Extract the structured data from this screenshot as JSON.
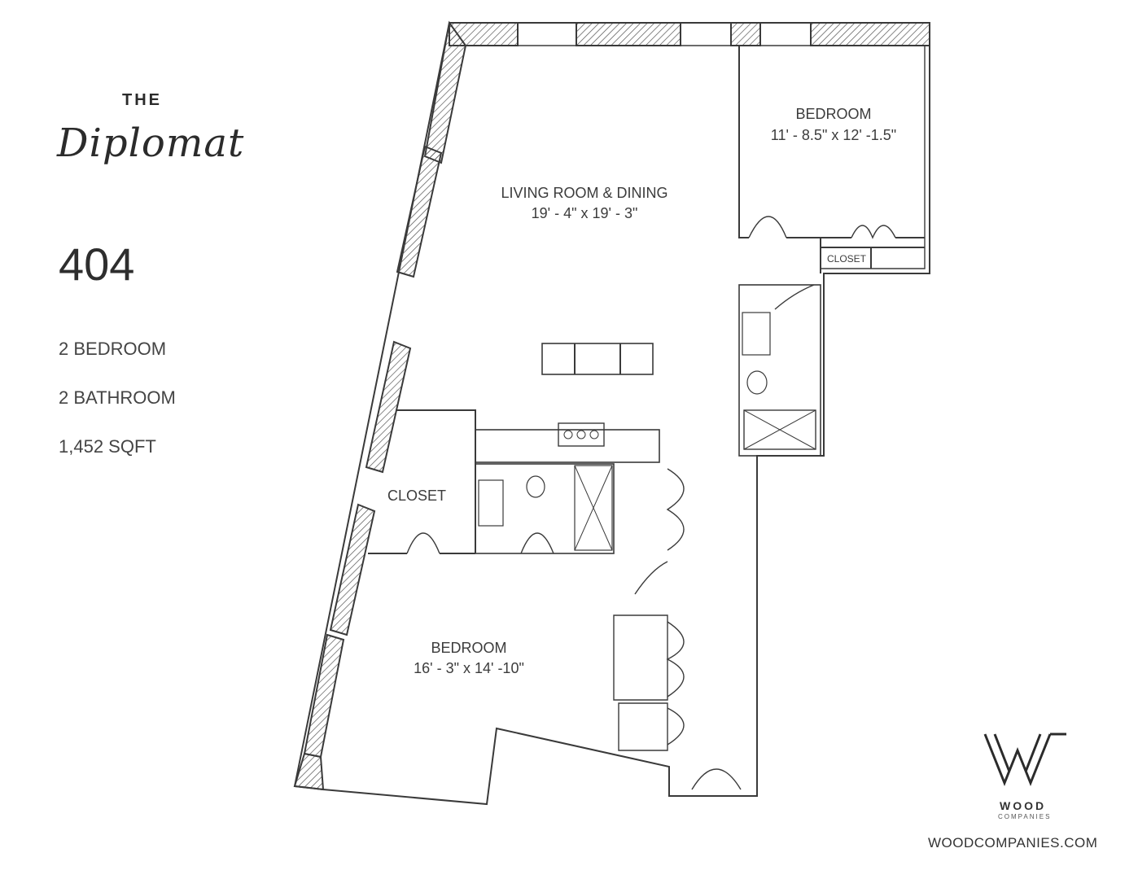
{
  "brand": {
    "prefix": "THE",
    "name": "Diplomat"
  },
  "unit": {
    "number": "404",
    "bedrooms": "2 BEDROOM",
    "bathrooms": "2 BATHROOM",
    "area": "1,452 SQFT"
  },
  "rooms": {
    "living": {
      "name": "LIVING ROOM & DINING",
      "dims": "19' - 4\" x 19' - 3\""
    },
    "bedroom_ne": {
      "name": "BEDROOM",
      "dims": "11' - 8.5\" x 12' -1.5\""
    },
    "bedroom_sw": {
      "name": "BEDROOM",
      "dims": "16' - 3\" x 14' -10\""
    },
    "closet_w": {
      "name": "CLOSET"
    },
    "closet_ne": {
      "name": "CLOSET"
    }
  },
  "logo": {
    "word": "WOOD",
    "sub": "COMPANIES"
  },
  "website": "WOODCOMPANIES.COM",
  "colors": {
    "line": "#3a3a3a",
    "hatch": "#555555",
    "background": "#ffffff"
  }
}
